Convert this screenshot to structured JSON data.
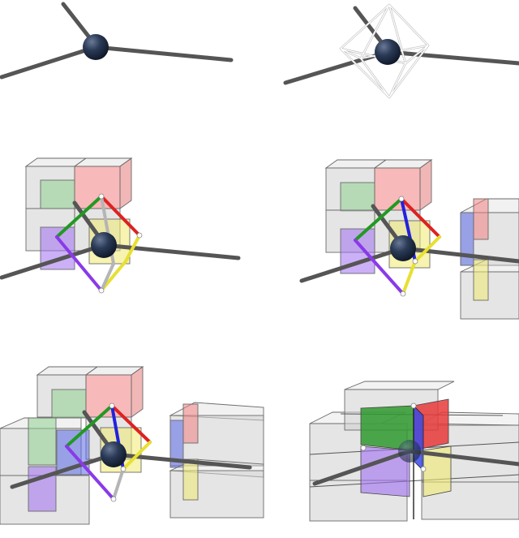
{
  "colors": {
    "background": "#ffffff",
    "rod": "#555555",
    "atom": "#1f2d44",
    "wireframe": "#b5b5b5",
    "cube_gray": "#c8c8c8",
    "face_green": "#3aa83a",
    "face_red": "#e83a3a",
    "face_yellow": "#e8e030",
    "face_purple": "#8a3ae8",
    "face_blue": "#3a4ae8"
  },
  "edge_colors": [
    "green",
    "red",
    "yellow",
    "purple",
    "blue"
  ],
  "panels": [
    {
      "id": "panel-1",
      "content": [
        "atom",
        "three-rods"
      ]
    },
    {
      "id": "panel-2",
      "content": [
        "atom",
        "three-rods",
        "octahedron-wireframe"
      ]
    },
    {
      "id": "panel-3",
      "content": [
        "atom",
        "rods",
        "cube-cluster-2x2",
        "colored-edges"
      ]
    },
    {
      "id": "panel-4",
      "content": [
        "atom",
        "rods",
        "cube-cluster-2x2",
        "colored-edges",
        "side-cube-stack"
      ]
    },
    {
      "id": "panel-5",
      "content": [
        "atom",
        "rods",
        "cube-cluster-full",
        "colored-edges",
        "side-cube-stack"
      ]
    },
    {
      "id": "panel-6",
      "content": [
        "atom",
        "rods",
        "merged-cube-block",
        "colored-planes"
      ]
    }
  ]
}
